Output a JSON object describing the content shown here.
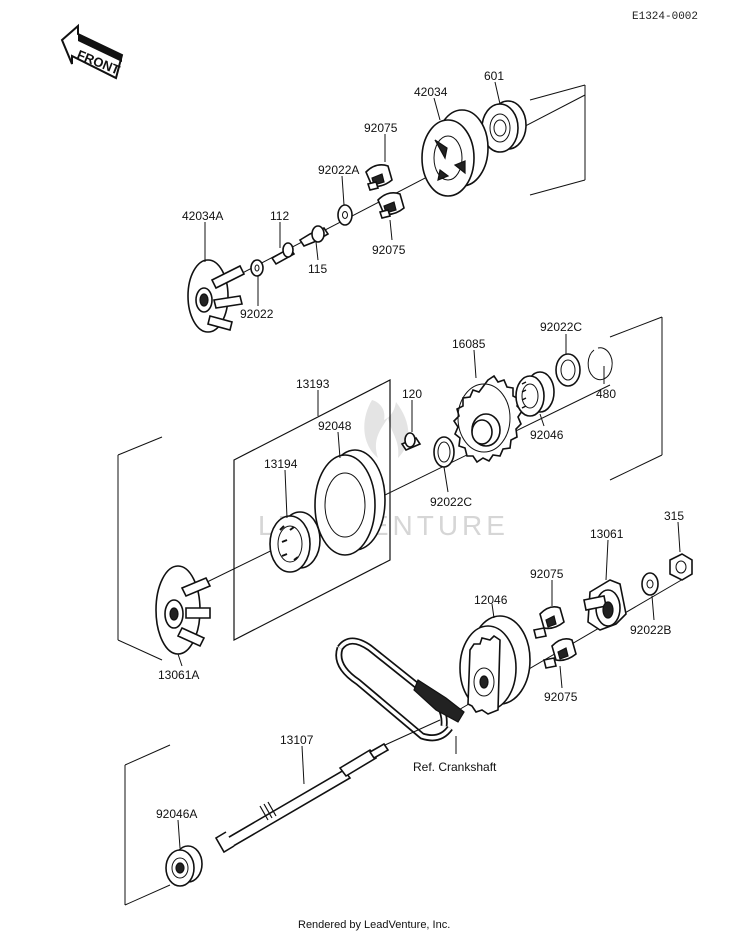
{
  "diagram_code": "E1324-0002",
  "front_label": "FRONT",
  "watermark": "LEADVENTURE",
  "footer": "Rendered by LeadVenture, Inc.",
  "ref_note": "Ref. Crankshaft",
  "parts": {
    "p601": "601",
    "p42034": "42034",
    "p92075_a": "92075",
    "p92022A": "92022A",
    "p92075_b": "92075",
    "p42034A": "42034A",
    "p112": "112",
    "p115": "115",
    "p92022": "92022",
    "p13193": "13193",
    "p120": "120",
    "p92048": "92048",
    "p13194": "13194",
    "p16085": "16085",
    "p92022C_a": "92022C",
    "p480": "480",
    "p92046": "92046",
    "p92022C_b": "92022C",
    "p13061A": "13061A",
    "p13061": "13061",
    "p315": "315",
    "p92075_c": "92075",
    "p12046": "12046",
    "p92022B": "92022B",
    "p92075_d": "92075",
    "p13107": "13107",
    "p92046A": "92046A"
  }
}
